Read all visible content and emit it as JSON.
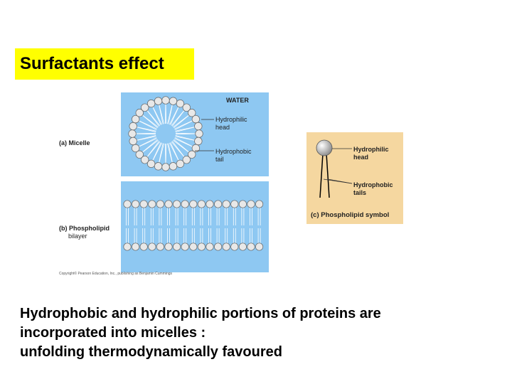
{
  "title": "Surfactants effect",
  "diagram": {
    "water_label": "WATER",
    "micelle_label": "(a) Micelle",
    "bilayer_label": [
      "(b) Phospholipid",
      "bilayer"
    ],
    "hydrophilic_head": [
      "Hydrophilic",
      "head"
    ],
    "hydrophobic_tail": [
      "Hydrophobic",
      "tail"
    ],
    "symbol_hydrophilic_head": [
      "Hydrophilic",
      "head"
    ],
    "symbol_hydrophobic_tails": [
      "Hydrophobic",
      "tails"
    ],
    "symbol_caption": "(c) Phospholipid symbol",
    "copyright": "Copyright© Pearson Education, Inc., publishing as Benjamin Cummings",
    "colors": {
      "water": "#8ec8f2",
      "symbol_bg": "#f5d7a0",
      "title_bg": "#ffff00"
    }
  },
  "caption": [
    "Hydrophobic and hydrophilic portions of proteins are",
    "incorporated into micelles :",
    "unfolding thermodynamically favoured"
  ]
}
